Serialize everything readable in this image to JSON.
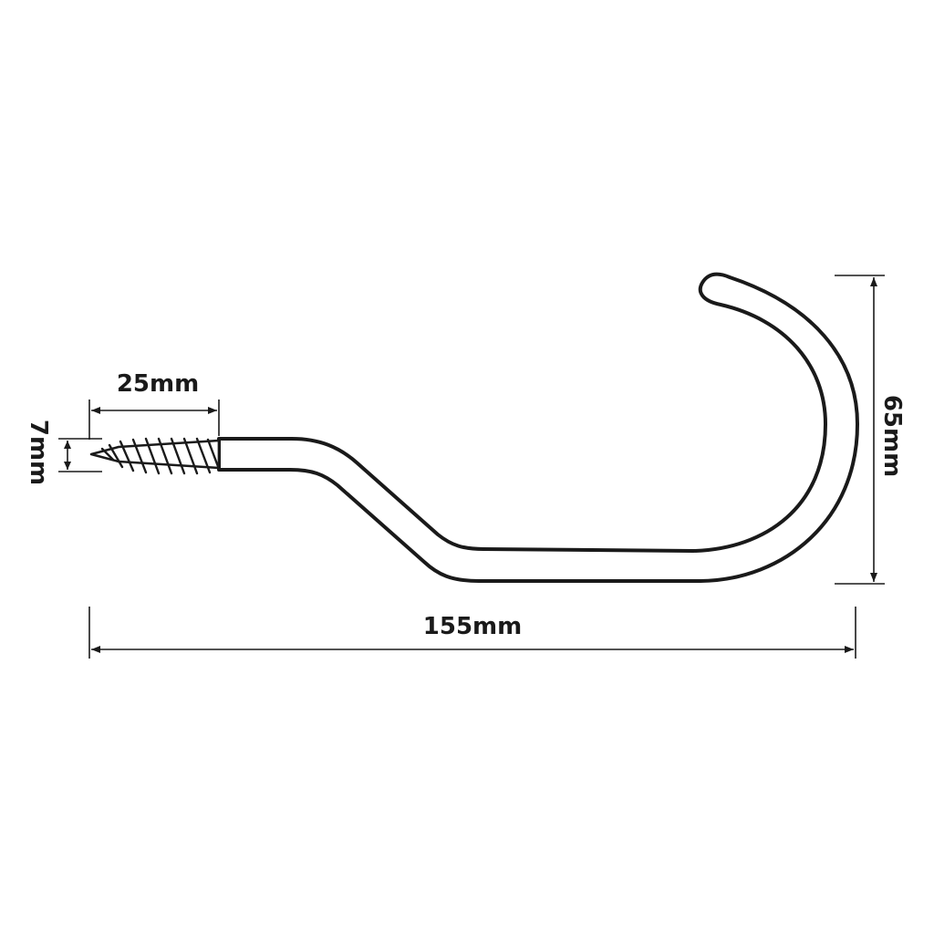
{
  "dimensions": {
    "thread_length": "25mm",
    "thread_diameter": "7mm",
    "total_length": "155mm",
    "hook_height": "65mm"
  },
  "colors": {
    "line": "#1a1a1a",
    "background": "#ffffff"
  }
}
